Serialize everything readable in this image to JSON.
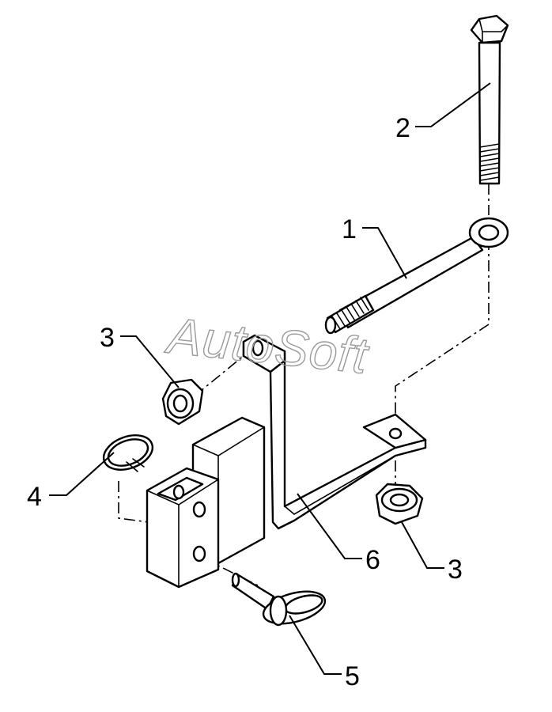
{
  "watermark": "AutoSoft",
  "callouts": {
    "c1": "1",
    "c2": "2",
    "c3a": "3",
    "c3b": "3",
    "c4": "4",
    "c5": "5",
    "c6": "6"
  }
}
